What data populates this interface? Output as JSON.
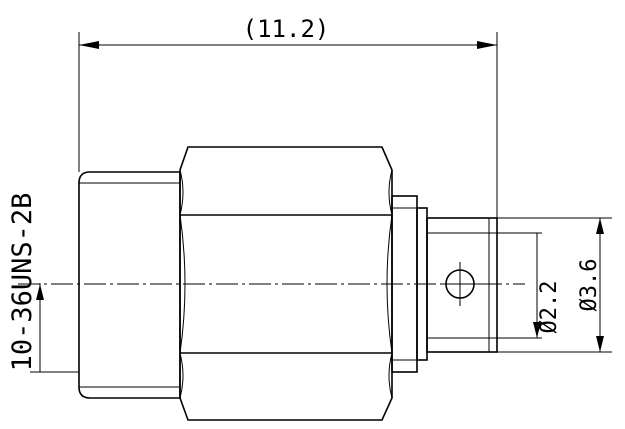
{
  "drawing": {
    "overall_length_label": "(11.2)",
    "thread_label": "10-36UNS-2B",
    "inner_diameter_label": "Ø2.2",
    "outer_diameter_label": "Ø3.6"
  }
}
